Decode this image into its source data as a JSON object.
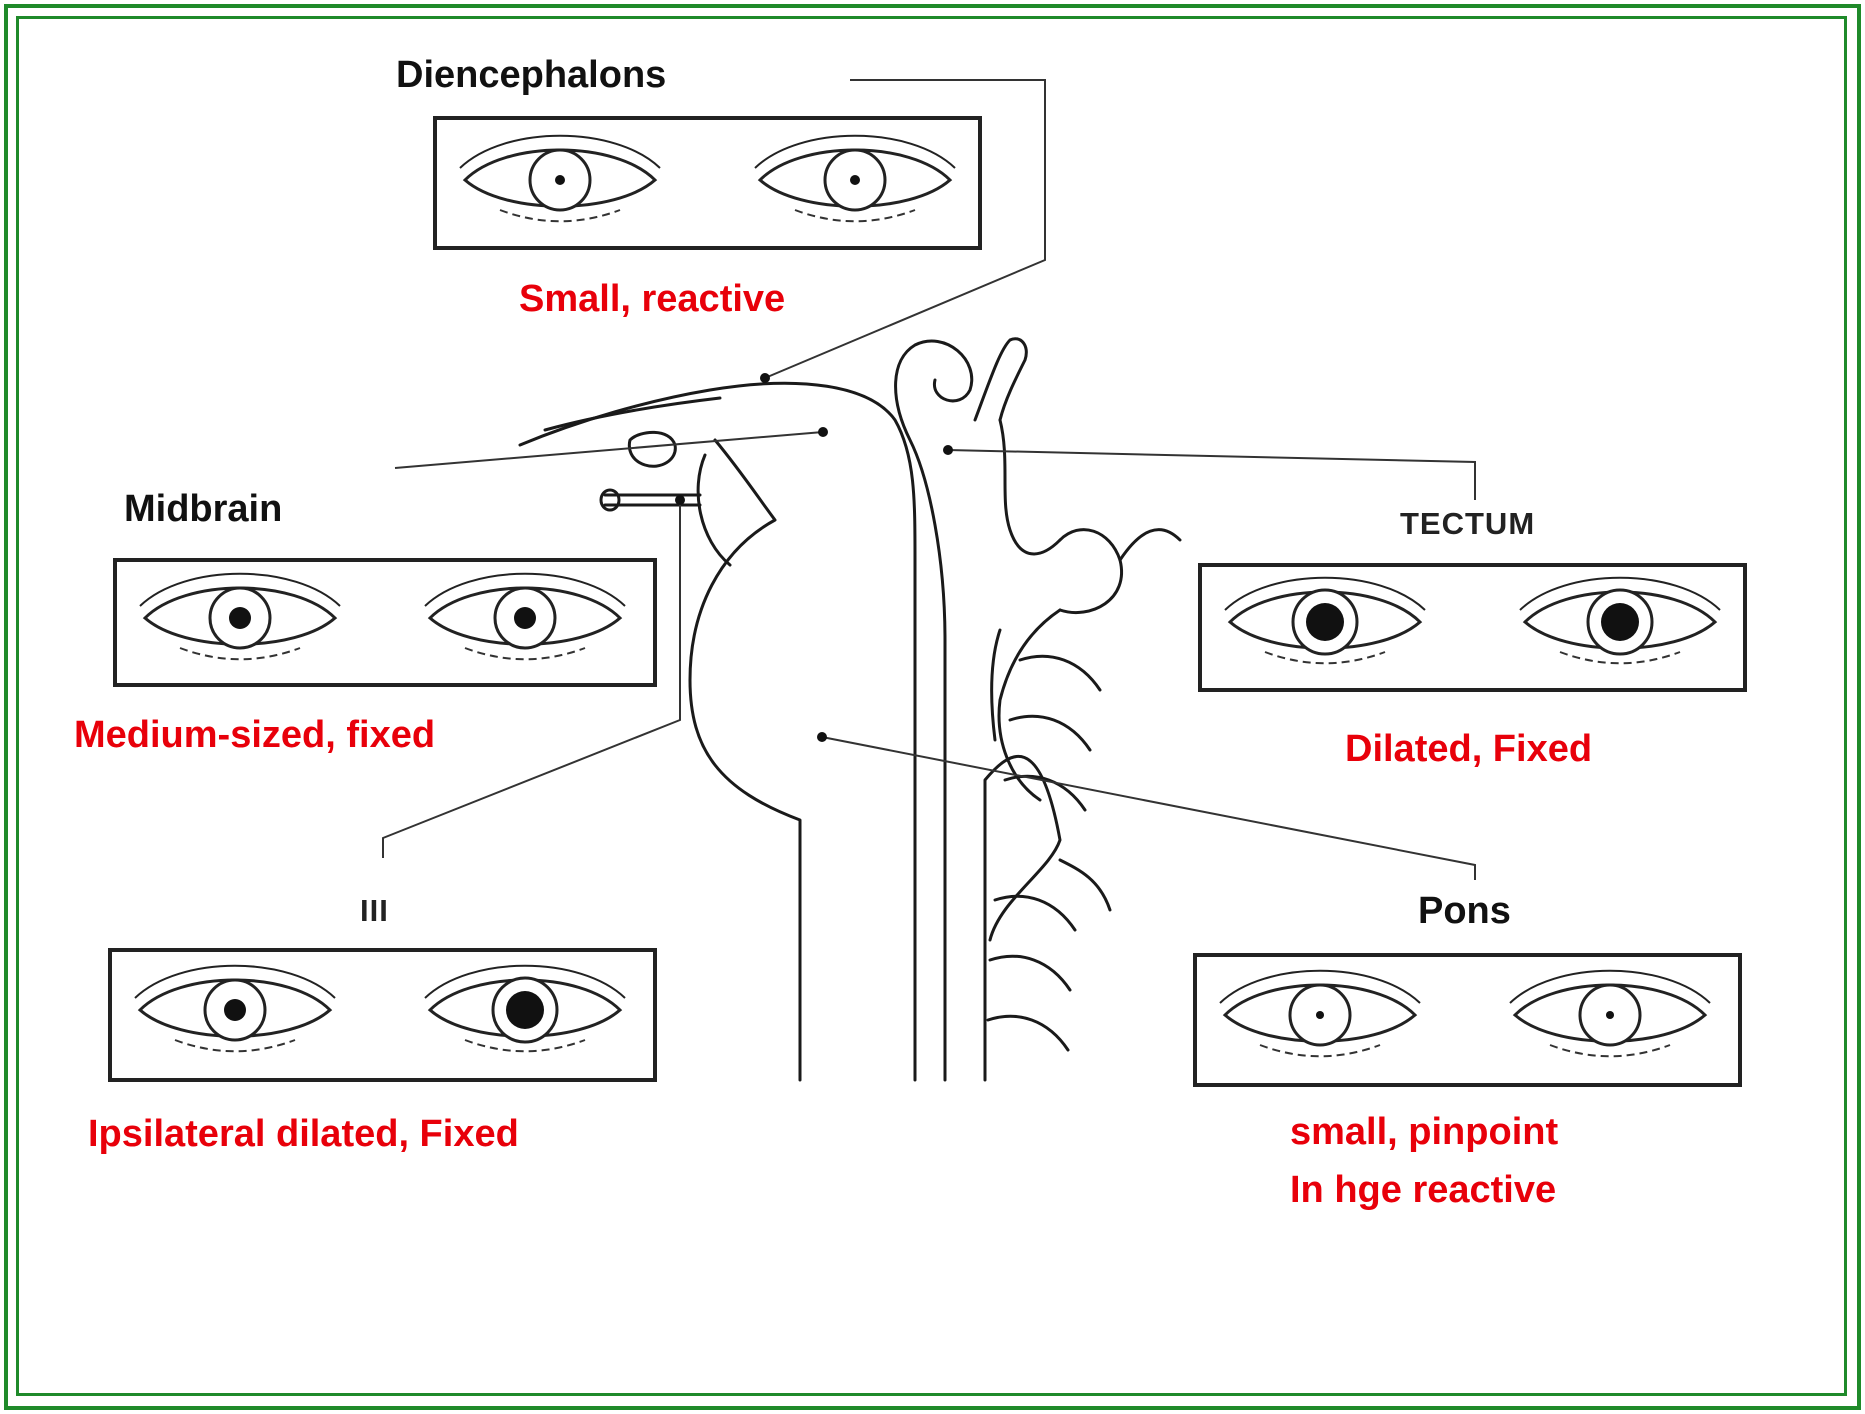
{
  "colors": {
    "border": "#1f8a2a",
    "finding_text": "#e8000a",
    "heading_text": "#111111"
  },
  "levels": [
    {
      "id": "diencephalon",
      "heading": "Diencephalons",
      "finding": "Small, reactive",
      "pupil_left": "small",
      "pupil_right": "small"
    },
    {
      "id": "midbrain",
      "heading": "Midbrain",
      "finding": "Medium-sized, fixed",
      "pupil_left": "medium",
      "pupil_right": "medium"
    },
    {
      "id": "tectum",
      "heading": "TECTUM",
      "finding": "Dilated, Fixed",
      "pupil_left": "large",
      "pupil_right": "large"
    },
    {
      "id": "third-nerve",
      "heading": "III",
      "finding": "Ipsilateral dilated, Fixed",
      "pupil_left": "medium",
      "pupil_right": "large"
    },
    {
      "id": "pons",
      "heading": "Pons",
      "finding": "small, pinpoint\nIn hge reactive",
      "pupil_left": "pinpoint",
      "pupil_right": "pinpoint"
    }
  ]
}
